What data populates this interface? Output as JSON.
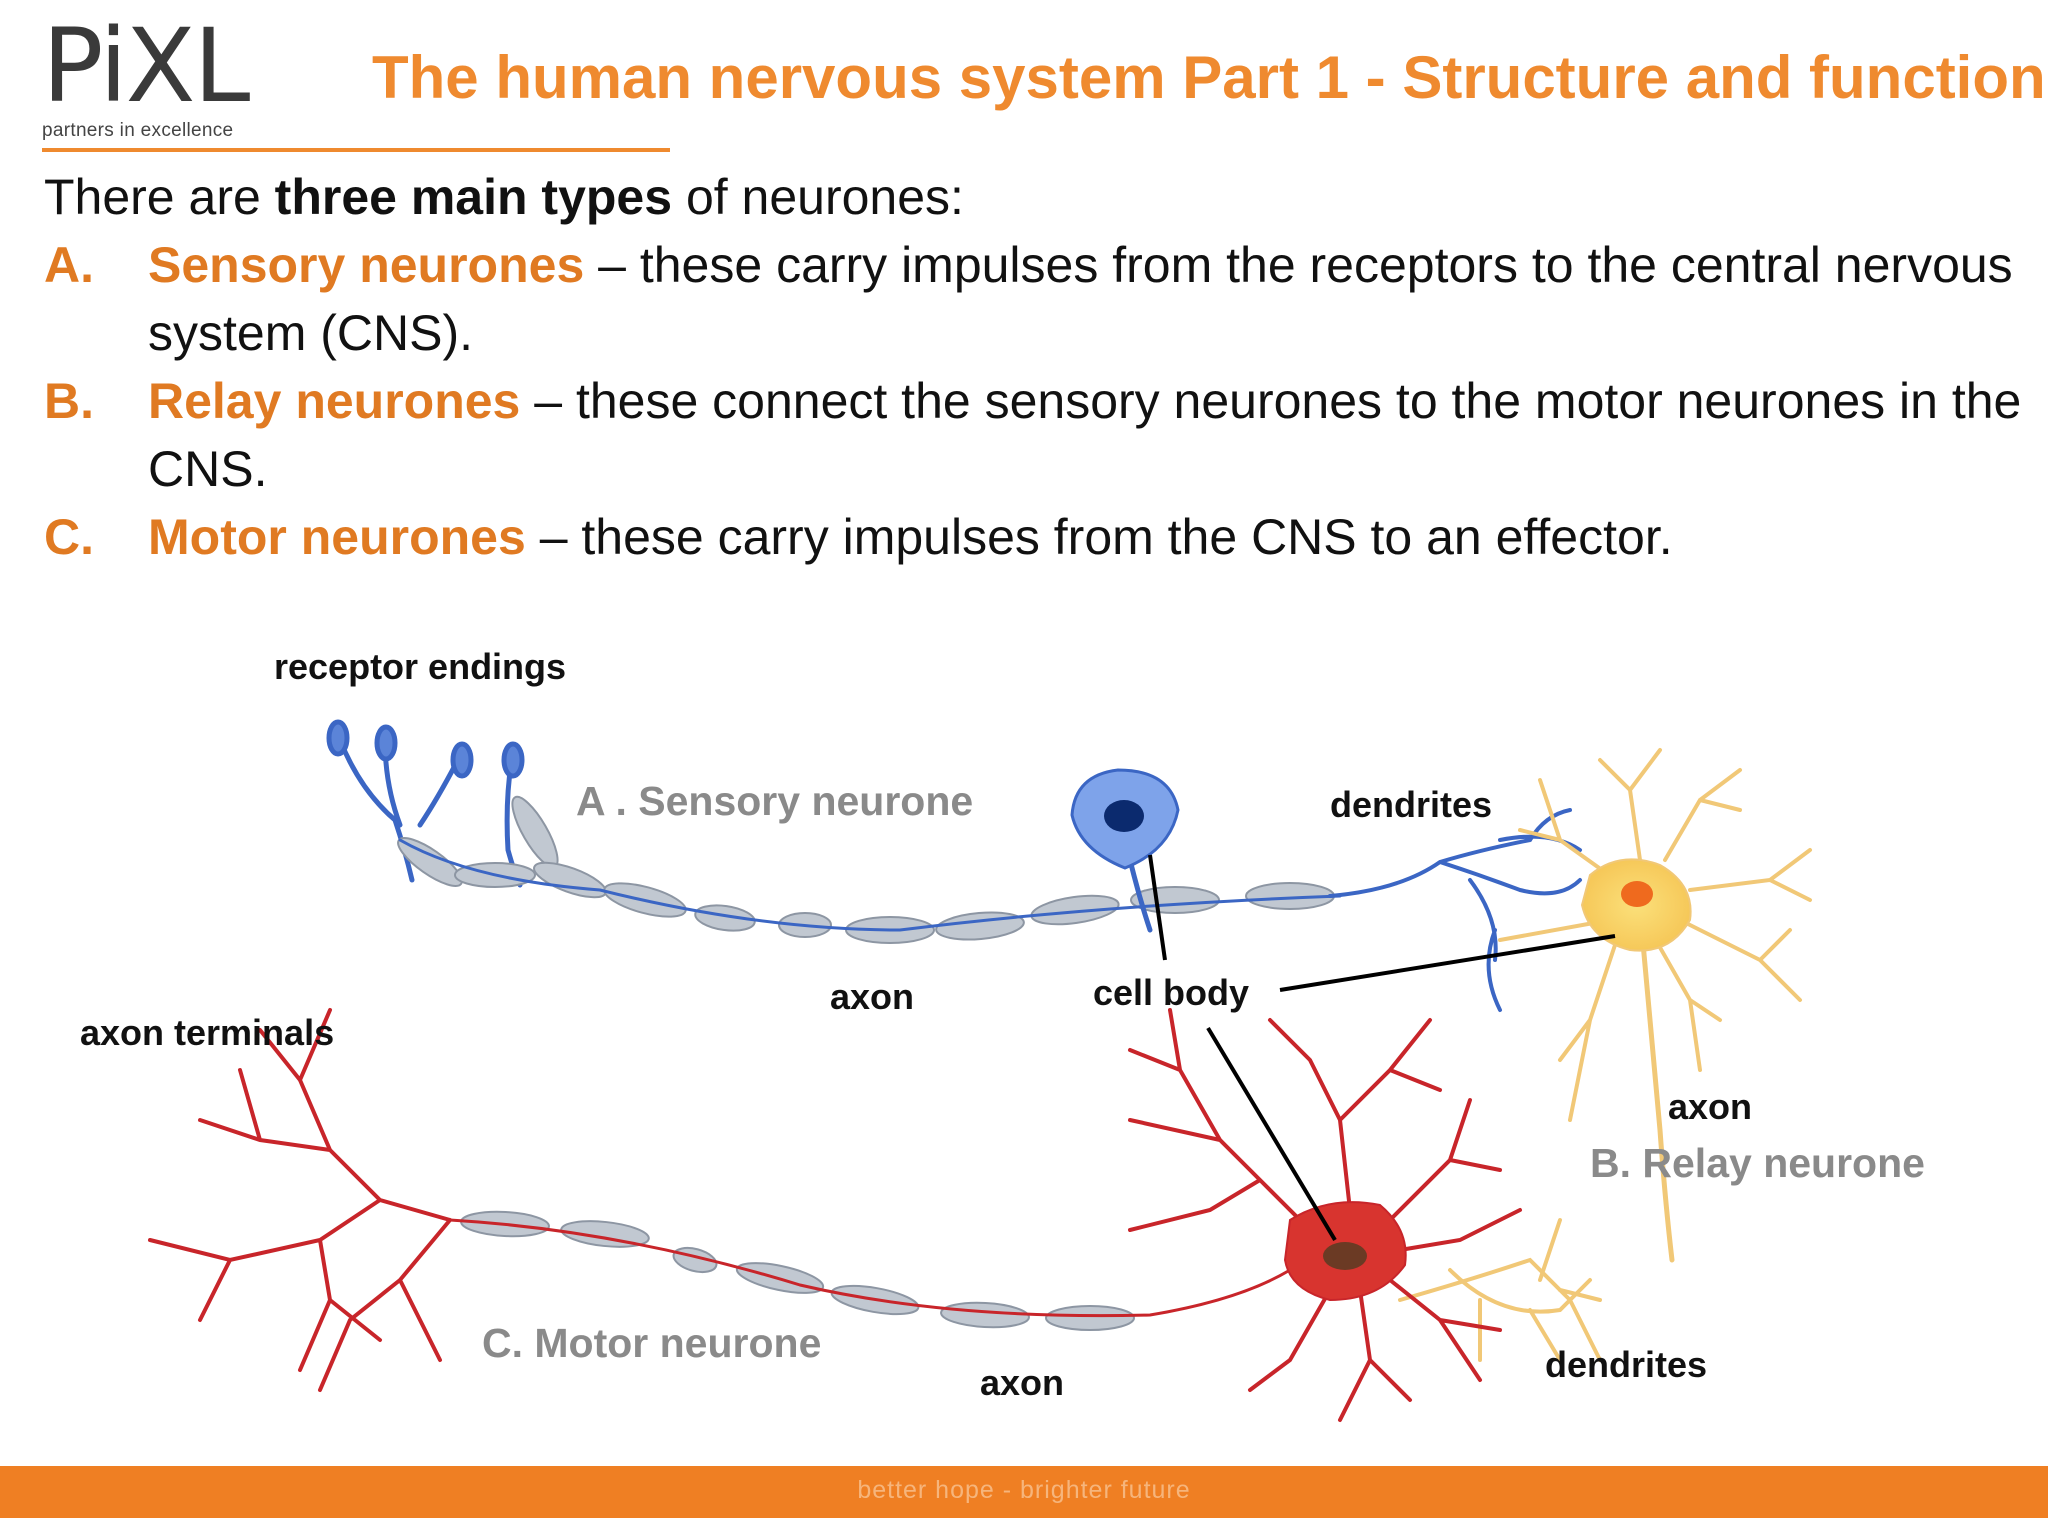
{
  "logo": {
    "wordmark": "PiXL",
    "tagline": "partners in excellence"
  },
  "slide": {
    "title": "The human nervous system Part 1 - Structure and function",
    "intro_pre": "There are ",
    "intro_bold": "three main types",
    "intro_post": " of neurones:",
    "items": [
      {
        "marker": "A.",
        "keyword": "Sensory neurones",
        "text": " – these carry impulses from the receptors to the central nervous system (CNS)."
      },
      {
        "marker": "B.",
        "keyword": "Relay neurones",
        "text": " – these connect the sensory neurones to the motor neurones in the CNS."
      },
      {
        "marker": "C.",
        "keyword": " Motor neurones",
        "text": " – these carry impulses from the CNS to an effector."
      }
    ]
  },
  "diagram": {
    "labels": {
      "receptor_endings": "receptor endings",
      "dendrites_top": "dendrites",
      "axon_sensory": "axon",
      "cell_body": "cell body",
      "axon_terminals": "axon terminals",
      "axon_relay": "axon",
      "axon_motor": "axon",
      "dendrites_bottom": "dendrites"
    },
    "captions": {
      "sensory": "A . Sensory neurone",
      "relay": "B. Relay neurone",
      "motor": "C. Motor neurone"
    },
    "colors": {
      "sensory": "#3b66c4",
      "relay": "#f3c56a",
      "motor": "#c8252a",
      "myelin": "#b9c0c9"
    }
  },
  "footer": {
    "text": "better hope  -  brighter future"
  }
}
